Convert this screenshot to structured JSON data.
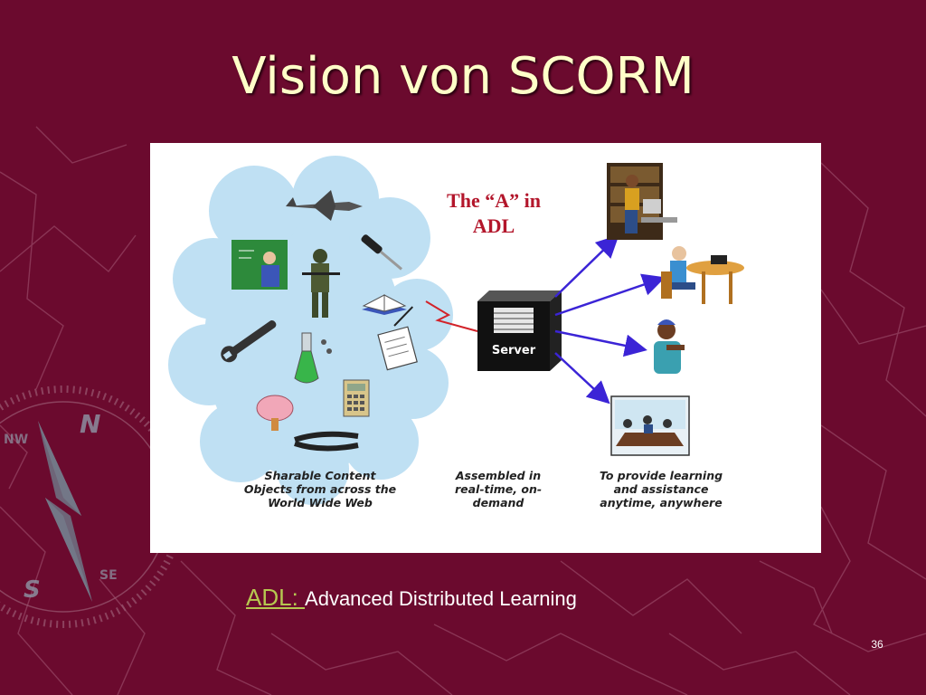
{
  "slide": {
    "title": "Vision von SCORM",
    "page_number": "36"
  },
  "diagram": {
    "heading": "The “A” in\nADL",
    "server_label": "Server",
    "left_caption": "Sharable Content\nObjects from across the\nWorld Wide Web",
    "center_caption": "Assembled in\nreal-time, on-\ndemand",
    "right_caption": "To provide learning\nand assistance\nanytime, anywhere"
  },
  "footer": {
    "abbr": "ADL: ",
    "expansion": "Advanced Distributed Learning"
  },
  "colors": {
    "background": "#6b0a2e",
    "title": "#ffffc8",
    "cloud": "#bfe0f3",
    "arrow": "#3b24d6",
    "heading_red": "#b3162b",
    "abbr_green": "#b6c850"
  },
  "icons": [
    "jet-icon",
    "screwdriver-icon",
    "teacher-icon",
    "soldier-icon",
    "book-icon",
    "wrench-icon",
    "flask-icon",
    "document-icon",
    "calculator-icon",
    "brain-icon",
    "pliers-icon",
    "server-icon",
    "library-user-icon",
    "student-desk-icon",
    "worker-icon",
    "meeting-icon",
    "compass-rose-icon"
  ]
}
